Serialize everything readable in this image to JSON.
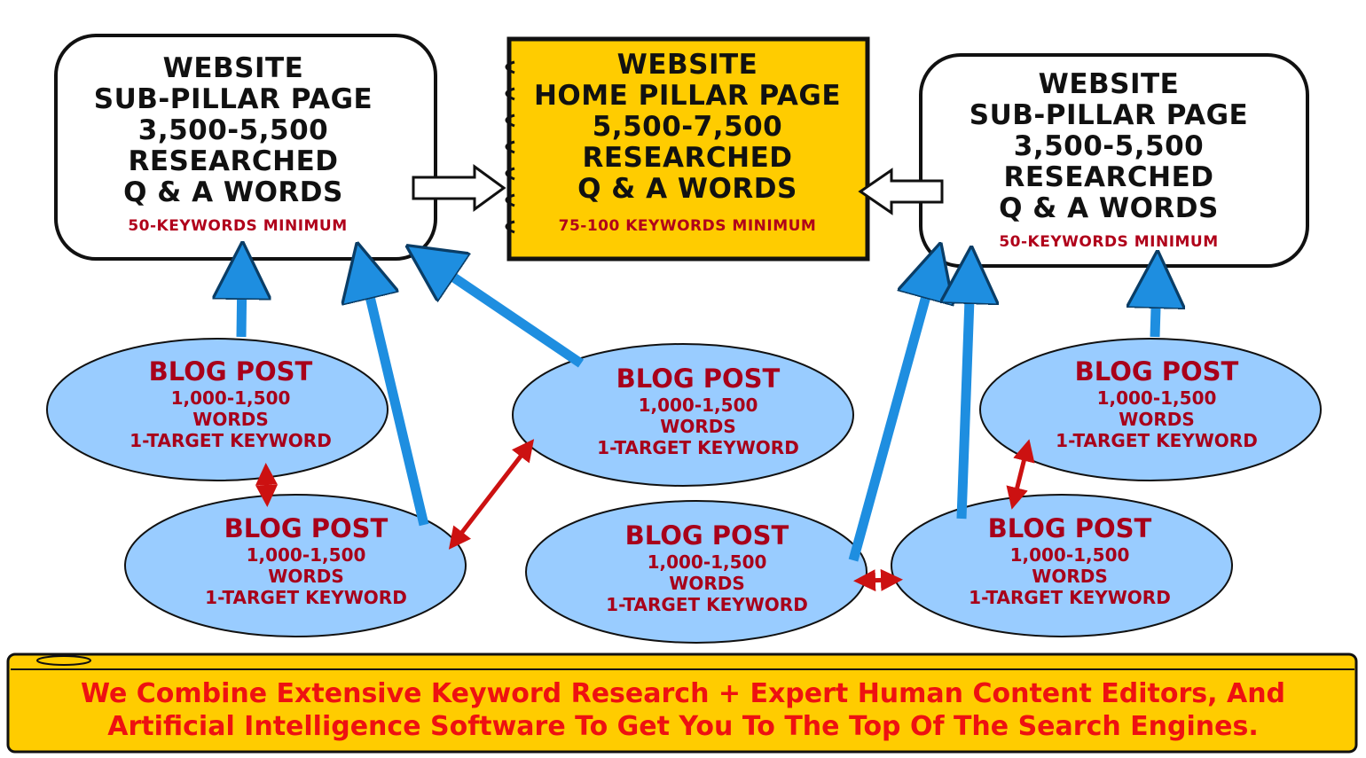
{
  "left_box": {
    "lines": [
      "WEBSITE",
      "SUB-PILLAR PAGE",
      "3,500-5,500",
      "RESEARCHED",
      "Q & A WORDS"
    ],
    "keywords": "50-KEYWORDS MINIMUM"
  },
  "center_box": {
    "lines": [
      "WEBSITE",
      "HOME PILLAR PAGE",
      "5,500-7,500",
      "RESEARCHED",
      "Q & A WORDS"
    ],
    "keywords": "75-100 KEYWORDS MINIMUM"
  },
  "right_box": {
    "lines": [
      "WEBSITE",
      "SUB-PILLAR PAGE",
      "3,500-5,500",
      "RESEARCHED",
      "Q & A WORDS"
    ],
    "keywords": "50-KEYWORDS MINIMUM"
  },
  "blog_posts": [
    {
      "title": "BLOG POST",
      "words": "1,000-1,500",
      "unit": "WORDS",
      "keyword": "1-TARGET KEYWORD"
    },
    {
      "title": "BLOG POST",
      "words": "1,000-1,500",
      "unit": "WORDS",
      "keyword": "1-TARGET KEYWORD"
    },
    {
      "title": "BLOG POST",
      "words": "1,000-1,500",
      "unit": "WORDS",
      "keyword": "1-TARGET KEYWORD"
    },
    {
      "title": "BLOG POST",
      "words": "1,000-1,500",
      "unit": "WORDS",
      "keyword": "1-TARGET KEYWORD"
    },
    {
      "title": "BLOG POST",
      "words": "1,000-1,500",
      "unit": "WORDS",
      "keyword": "1-TARGET KEYWORD"
    },
    {
      "title": "BLOG POST",
      "words": "1,000-1,500",
      "unit": "WORDS",
      "keyword": "1-TARGET KEYWORD"
    }
  ],
  "banner": {
    "line1": "We Combine Extensive Keyword Research + Expert Human Content Editors, And",
    "line2": "Artificial Intelligence Software To Get You To The Top Of The Search Engines."
  },
  "colors": {
    "yellow": "#ffcc00",
    "ellipse": "#99ccff",
    "blue_arrow": "#1e8ee0",
    "red_arrow": "#cc1111",
    "dark_red": "#a8001a",
    "banner_text": "#ee1111"
  }
}
